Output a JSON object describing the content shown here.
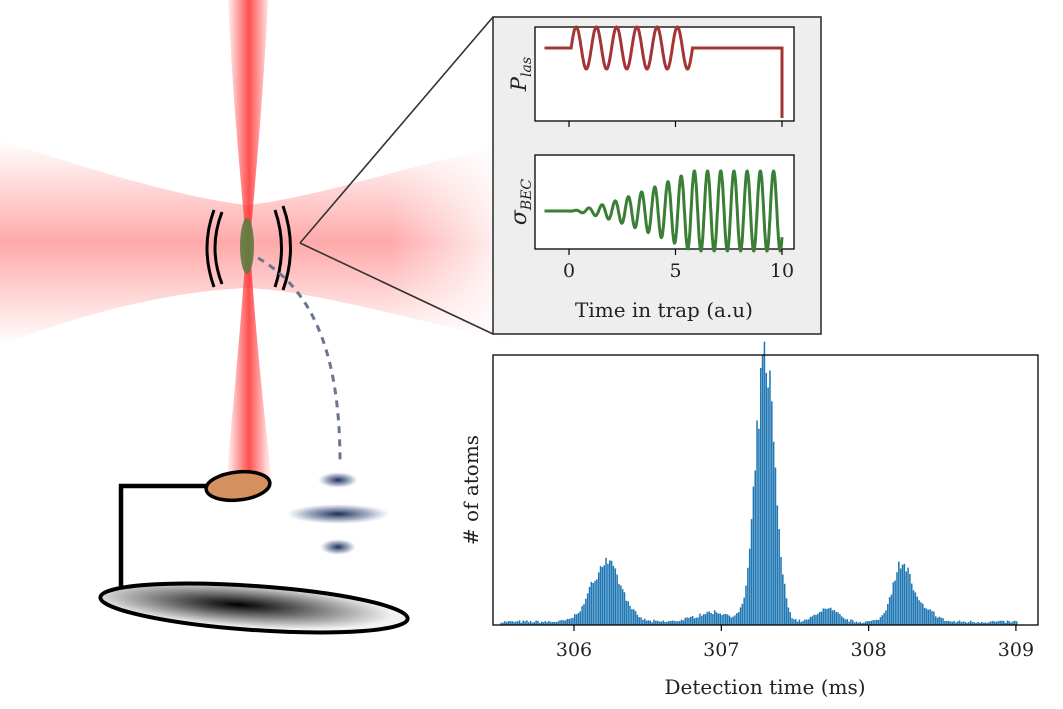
{
  "inset": {
    "xlabel": "Time in trap (a.u)",
    "top_ylabel_main": "P",
    "top_ylabel_sub": "las",
    "bottom_ylabel_main": "σ",
    "bottom_ylabel_sub": "BEC",
    "xticks": [
      "0",
      "5",
      "10"
    ],
    "top_line_color": "#a33535",
    "bottom_line_color": "#3a7f35"
  },
  "chart_data": {
    "type": "bar",
    "xlabel": "Detection time (ms)",
    "ylabel": "# of atoms",
    "xlim": [
      305.45,
      309.15
    ],
    "ylim": [
      0,
      100
    ],
    "xticks": [
      "306",
      "307",
      "308",
      "309"
    ],
    "xtick_values": [
      306,
      307,
      308,
      309
    ],
    "bar_color": "#1f77b4",
    "x_range": [
      305.5,
      309.0
    ],
    "bin_width": 0.0125,
    "peaks": [
      {
        "center": 307.3,
        "width": 0.065,
        "height": 98
      },
      {
        "center": 306.22,
        "width": 0.1,
        "height": 22
      },
      {
        "center": 308.23,
        "width": 0.065,
        "height": 22
      },
      {
        "center": 306.95,
        "width": 0.12,
        "height": 3.5
      },
      {
        "center": 307.72,
        "width": 0.07,
        "height": 5
      },
      {
        "center": 308.4,
        "width": 0.06,
        "height": 4
      }
    ],
    "baseline": 1.2
  }
}
